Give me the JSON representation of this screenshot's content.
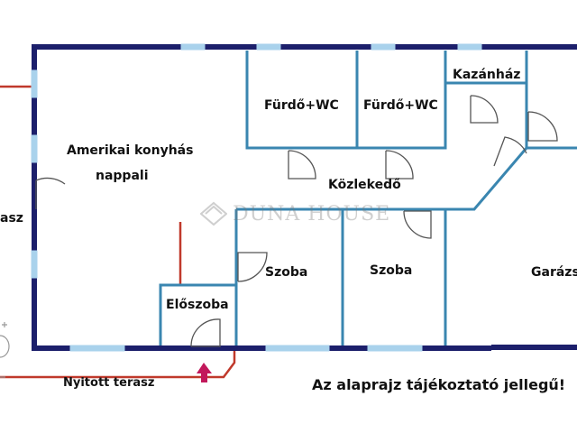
{
  "rooms": {
    "living": {
      "line1": "Amerikai konyhás",
      "line2": "nappali"
    },
    "bath1": "Fürdő+WC",
    "bath2": "Fürdő+WC",
    "boiler": "Kazánház",
    "corridor": "Közlekedő",
    "room1": "Szoba",
    "room2": "Szoba",
    "hall": "Előszoba",
    "garage": "Garázs",
    "terrace_left": "asz",
    "open_terrace": "Nyitott terasz"
  },
  "note": "Az alaprajz tájékoztató jellegű!",
  "watermark": "DUNA HOUSE",
  "colors": {
    "wall": "#1c1f6b",
    "interior_wall": "#3a86b0",
    "window": "#a9d2ec",
    "door": "#555555",
    "terrace_line": "#c0392b",
    "entrance_arrow": "#c2185b"
  }
}
